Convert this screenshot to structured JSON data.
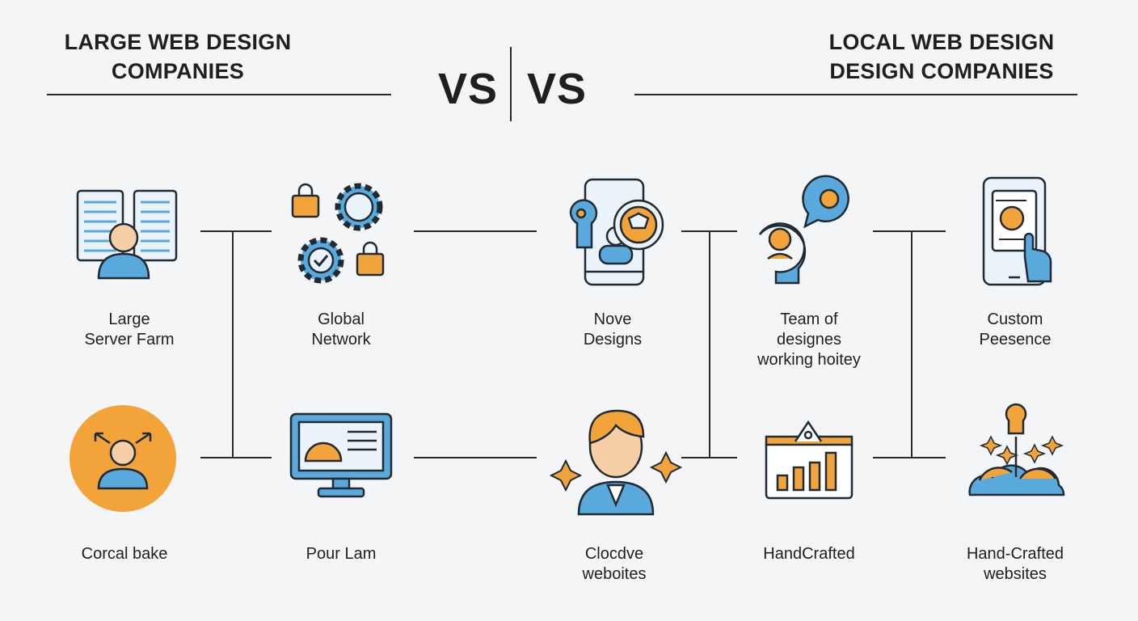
{
  "header": {
    "left_title": [
      "LARGE WEB DESIGN",
      "COMPANIES"
    ],
    "right_title": [
      "LOCAL WEB DESIGN",
      "DESIGN COMPANIES"
    ],
    "vs_left": "VS",
    "vs_right": "VS"
  },
  "colors": {
    "blue": "#5aa9dc",
    "orange": "#f2a43a",
    "ink": "#1f2a33",
    "skin": "#f6cfa6"
  },
  "items": [
    {
      "lines": [
        "Large",
        "Server Farm"
      ],
      "icon": "server-farm-icon"
    },
    {
      "lines": [
        "Global",
        "Network"
      ],
      "icon": "gears-network-icon"
    },
    {
      "lines": [
        "Nove",
        "Designs"
      ],
      "icon": "mobile-design-icon"
    },
    {
      "lines": [
        "Team of",
        "designes",
        "working hoitey"
      ],
      "icon": "team-chat-icon"
    },
    {
      "lines": [
        "Custom",
        "Peesence"
      ],
      "icon": "tablet-profile-icon"
    },
    {
      "lines": [
        "Corcal bake"
      ],
      "icon": "person-arrows-icon"
    },
    {
      "lines": [
        "Pour Lam"
      ],
      "icon": "monitor-dashboard-icon"
    },
    {
      "lines": [
        "Clocdve",
        "weboites"
      ],
      "icon": "creative-person-icon"
    },
    {
      "lines": [
        "HandCrafted"
      ],
      "icon": "bar-chart-icon"
    },
    {
      "lines": [
        "Hand-Crafted",
        "websites"
      ],
      "icon": "idea-cloud-icon"
    }
  ]
}
